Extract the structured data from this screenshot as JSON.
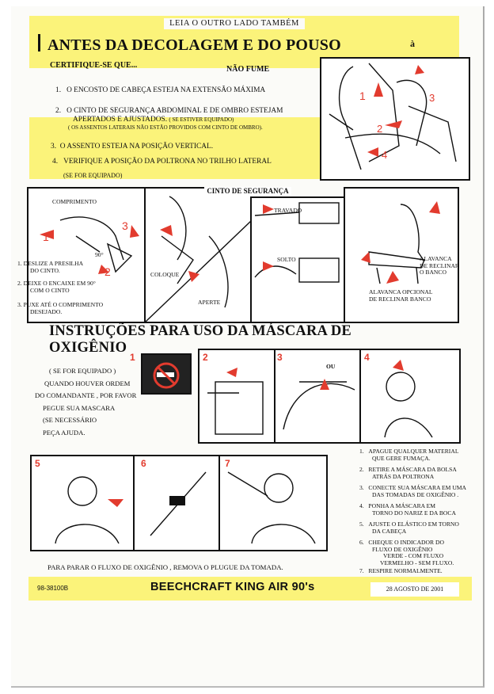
{
  "header": {
    "tag": "LEIA O OUTRO LADO TAMBÉM",
    "title": "ANTES DA DECOLAGEM E DO POUSO",
    "mark": "à"
  },
  "checklist": {
    "intro": "CERTIFIQUE-SE QUE...",
    "no_smoking": "NÃO FUME",
    "items": [
      {
        "n": "1.",
        "text": "O ENCOSTO DE CABEÇA ESTEJA  NA EXTENSÃO MÁXIMA"
      },
      {
        "n": "2.",
        "text": "O CINTO DE SEGURANÇA ABDOMINAL E DE OMBRO ESTEJAM",
        "text2": "APERTADOS  E AJUSTADOS.",
        "note": "( SE ESTIVER EQUIPADO)",
        "note2": "( OS ASSENTOS LATERAIS NÃO ESTÃO PROVIDOS COM CINTO DE OMBRO)."
      },
      {
        "n": "3.",
        "text": "O ASSENTO ESTEJA NA POSIÇÃO VERTICAL."
      },
      {
        "n": "4.",
        "text": "VERIFIQUE A POSIÇÃO DA POLTRONA NO TRILHO LATERAL",
        "note": "(SE  FOR EQUIPADO)"
      }
    ]
  },
  "belt": {
    "header": "CINTO DE SEGURANÇA",
    "comprimento": "COMPRIMENTO",
    "angle": "90°",
    "coloque": "COLOQUE",
    "aperte": "APERTE",
    "travado": "TRAVADO",
    "solto": "SOLTO",
    "steps": [
      {
        "n": "1.",
        "text": "DESLIZE A PRESILHA",
        "text2": "DO CINTO."
      },
      {
        "n": "2.",
        "text": "DEIXE O ENCAIXE EM 90°",
        "text2": "COM O CINTO"
      },
      {
        "n": "3.",
        "text": "PUXE ATÉ O COMPRIMENTO",
        "text2": "DESEJADO."
      }
    ],
    "lever": "ALAVANCA DE RECLINAR O BANCO",
    "lever_opt": "ALAVANCA OPCIONAL DE RECLINAR BANCO"
  },
  "oxygen": {
    "title": "INSTRUÇÕES PARA USO DA MÁSCARA DE OXIGÊNIO",
    "intro": [
      "( SE FOR EQUIPADO )",
      "QUANDO HOUVER ORDEM",
      "DO COMANDANTE , POR FAVOR",
      "PEGUE SUA MASCARA",
      "(SE NECESSÁRIO",
      "PEÇA AJUDA."
    ],
    "ou": "OU",
    "steps": [
      {
        "n": "1.",
        "text": "APAGUE  QUALQUER MATERIAL",
        "text2": "QUE GERE FUMAÇA."
      },
      {
        "n": "2.",
        "text": "RETIRE A MÁSCARA DA BOLSA",
        "text2": "ATRÁS DA POLTRONA"
      },
      {
        "n": "3.",
        "text": "CONECTE SUA MÁSCARA EM UMA",
        "text2": "DAS TOMADAS DE OXIGÊNIO ."
      },
      {
        "n": "4.",
        "text": "PONHA A MÁSCARA EM",
        "text2": "TORNO DO NARIZ E DA BOCA"
      },
      {
        "n": "5.",
        "text": "AJUSTE O ELÁSTICO EM TORNO",
        "text2": "DA CABEÇA"
      },
      {
        "n": "6.",
        "text": "CHEQUE O INDICADOR DO",
        "text2": "FLUXO DE OXIGÊNIO",
        "text3": "VERDE - COM FLUXO",
        "text4": "VERMELHO - SEM FLUXO."
      },
      {
        "n": "7.",
        "text": "RESPIRE NORMALMENTE."
      }
    ],
    "plug": "PARA PARAR O FLUXO DE OXIGÊNIO , REMOVA O PLUGUE DA TOMADA."
  },
  "footer": {
    "code": "98-38100B",
    "aircraft": "BEECHCRAFT KING AIR 90's",
    "date": "28 AGOSTO  DE  2001"
  },
  "panel_numbers": [
    "1",
    "2",
    "3",
    "4",
    "5",
    "6",
    "7"
  ],
  "colors": {
    "yellow": "#fbf37a",
    "red": "#e23b2e"
  }
}
